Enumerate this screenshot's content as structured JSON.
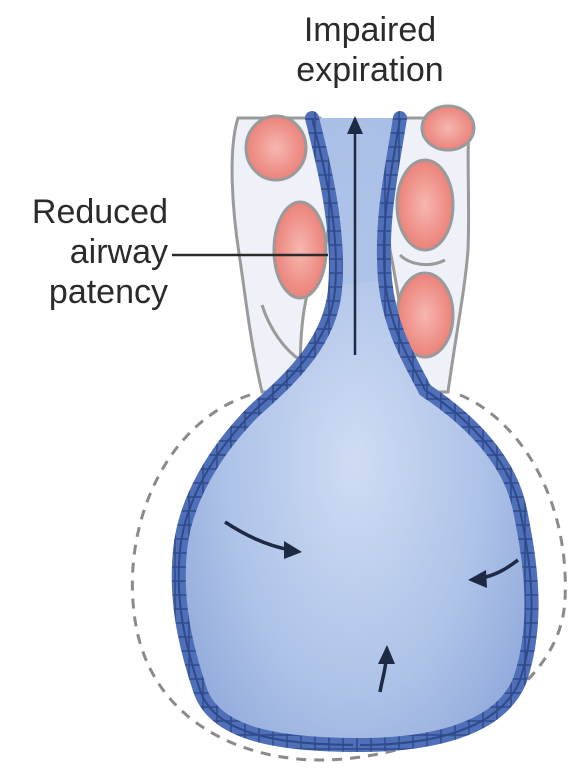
{
  "labels": {
    "top": [
      "Impaired",
      "expiration"
    ],
    "left": [
      "Reduced",
      "airway",
      "patency"
    ]
  },
  "colors": {
    "lumen": "#a9bfe6",
    "wall": "#4f6fb8",
    "wall_dark": "#2f4a8c",
    "cells": "#f19a92",
    "cell_outline": "#9a9a9a",
    "dashed_outline": "#8a8a8a",
    "arrow": "#1e2a44"
  }
}
